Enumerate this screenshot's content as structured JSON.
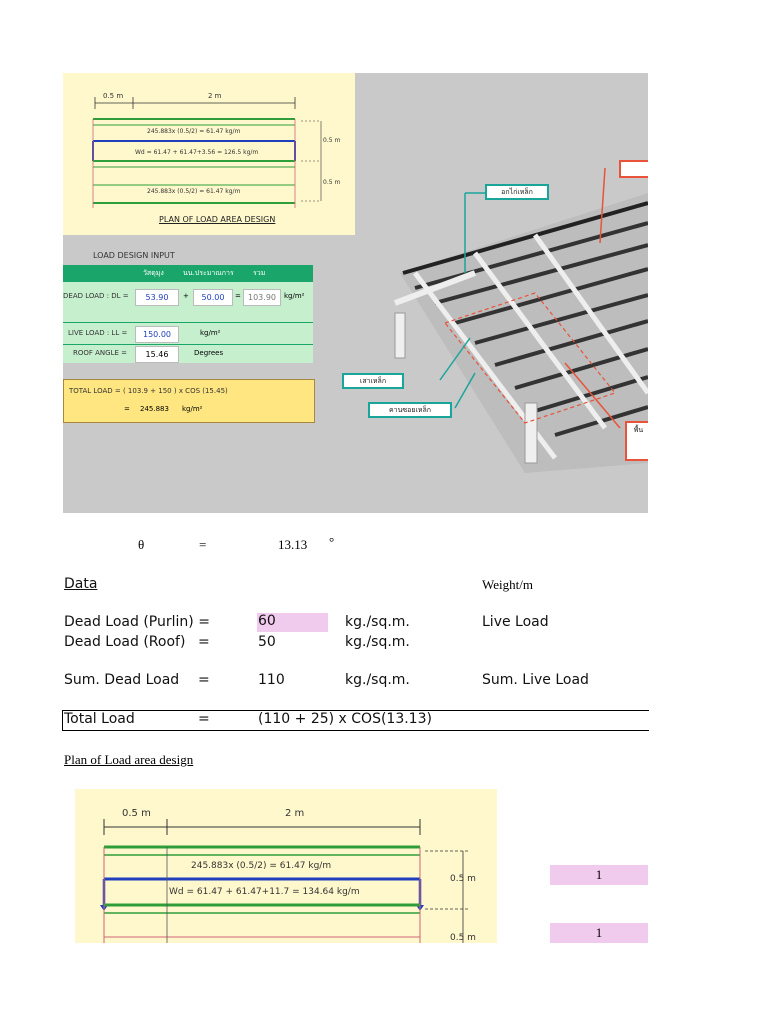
{
  "figure_top": {
    "plan_small": {
      "dim_left": "0.5 m",
      "dim_right": "2 m",
      "line1": "245.883x (0.5/2) = 61.47 kg/m",
      "line2": "Wd = 61.47 + 61.47+3.56 = 126.5 kg/m",
      "line3": "245.883x (0.5/2) = 61.47 kg/m",
      "dim_v1": "0.5 m",
      "dim_v2": "0.5 m",
      "caption": "PLAN OF LOAD AREA DESIGN"
    },
    "load_input": {
      "title": "LOAD DESIGN INPUT",
      "header_col1": "วัสดุมุง",
      "header_col2": "นน.ประมาณการ",
      "header_col3": "รวม",
      "dead_label": "DEAD LOAD : DL =",
      "dead_v1": "53.90",
      "dead_plus": "+",
      "dead_v2": "50.00",
      "dead_eq": "=",
      "dead_total": "103.90",
      "dead_unit": "kg/m²",
      "live_label": "LIVE LOAD : LL =",
      "live_value": "150.00",
      "live_unit": "kg/m²",
      "angle_label": "ROOF ANGLE =",
      "angle_value": "15.46",
      "angle_unit": "Degrees",
      "total_line1": "TOTAL LOAD = ( 103.9 + 150 ) x COS (15.45)",
      "total_eq": "=",
      "total_value": "245.883",
      "total_unit": "kg/m²"
    },
    "callouts": {
      "purlin": "อกไก่เหล็ก",
      "post": "เสาเหล็ก",
      "beam": "คานซอยเหล็ก",
      "floor": "พื้น"
    }
  },
  "theta": {
    "symbol": "θ",
    "eq": "=",
    "value": "13.13",
    "unit": "°"
  },
  "data_section": {
    "heading": "Data",
    "weight_header": "Weight/m",
    "dead_purlin_label": "Dead Load (Purlin) =",
    "dead_purlin_value": "60",
    "dead_purlin_unit": "kg./sq.m.",
    "live_label": "Live Load",
    "dead_roof_label": "Dead Load (Roof)",
    "dead_roof_eq": "=",
    "dead_roof_value": "50",
    "dead_roof_unit": "kg./sq.m.",
    "sum_dead_label": "Sum. Dead Load",
    "sum_dead_eq": "=",
    "sum_dead_value": "110",
    "sum_dead_unit": "kg./sq.m.",
    "sum_live_label": "Sum. Live Load",
    "total_label": "Total Load",
    "total_eq": "=",
    "total_formula": "(110 + 25) x COS(13.13)"
  },
  "plan_heading": "Plan of Load area design",
  "plan_large": {
    "dim_left": "0.5 m",
    "dim_right": "2 m",
    "line1": "245.883x (0.5/2) = 61.47 kg/m",
    "line2": "Wd = 61.47 + 61.47+11.7 = 134.64 kg/m",
    "dim_v1": "0.5 m",
    "dim_v2": "0.5 m"
  },
  "side_cells": [
    "1",
    "1"
  ]
}
